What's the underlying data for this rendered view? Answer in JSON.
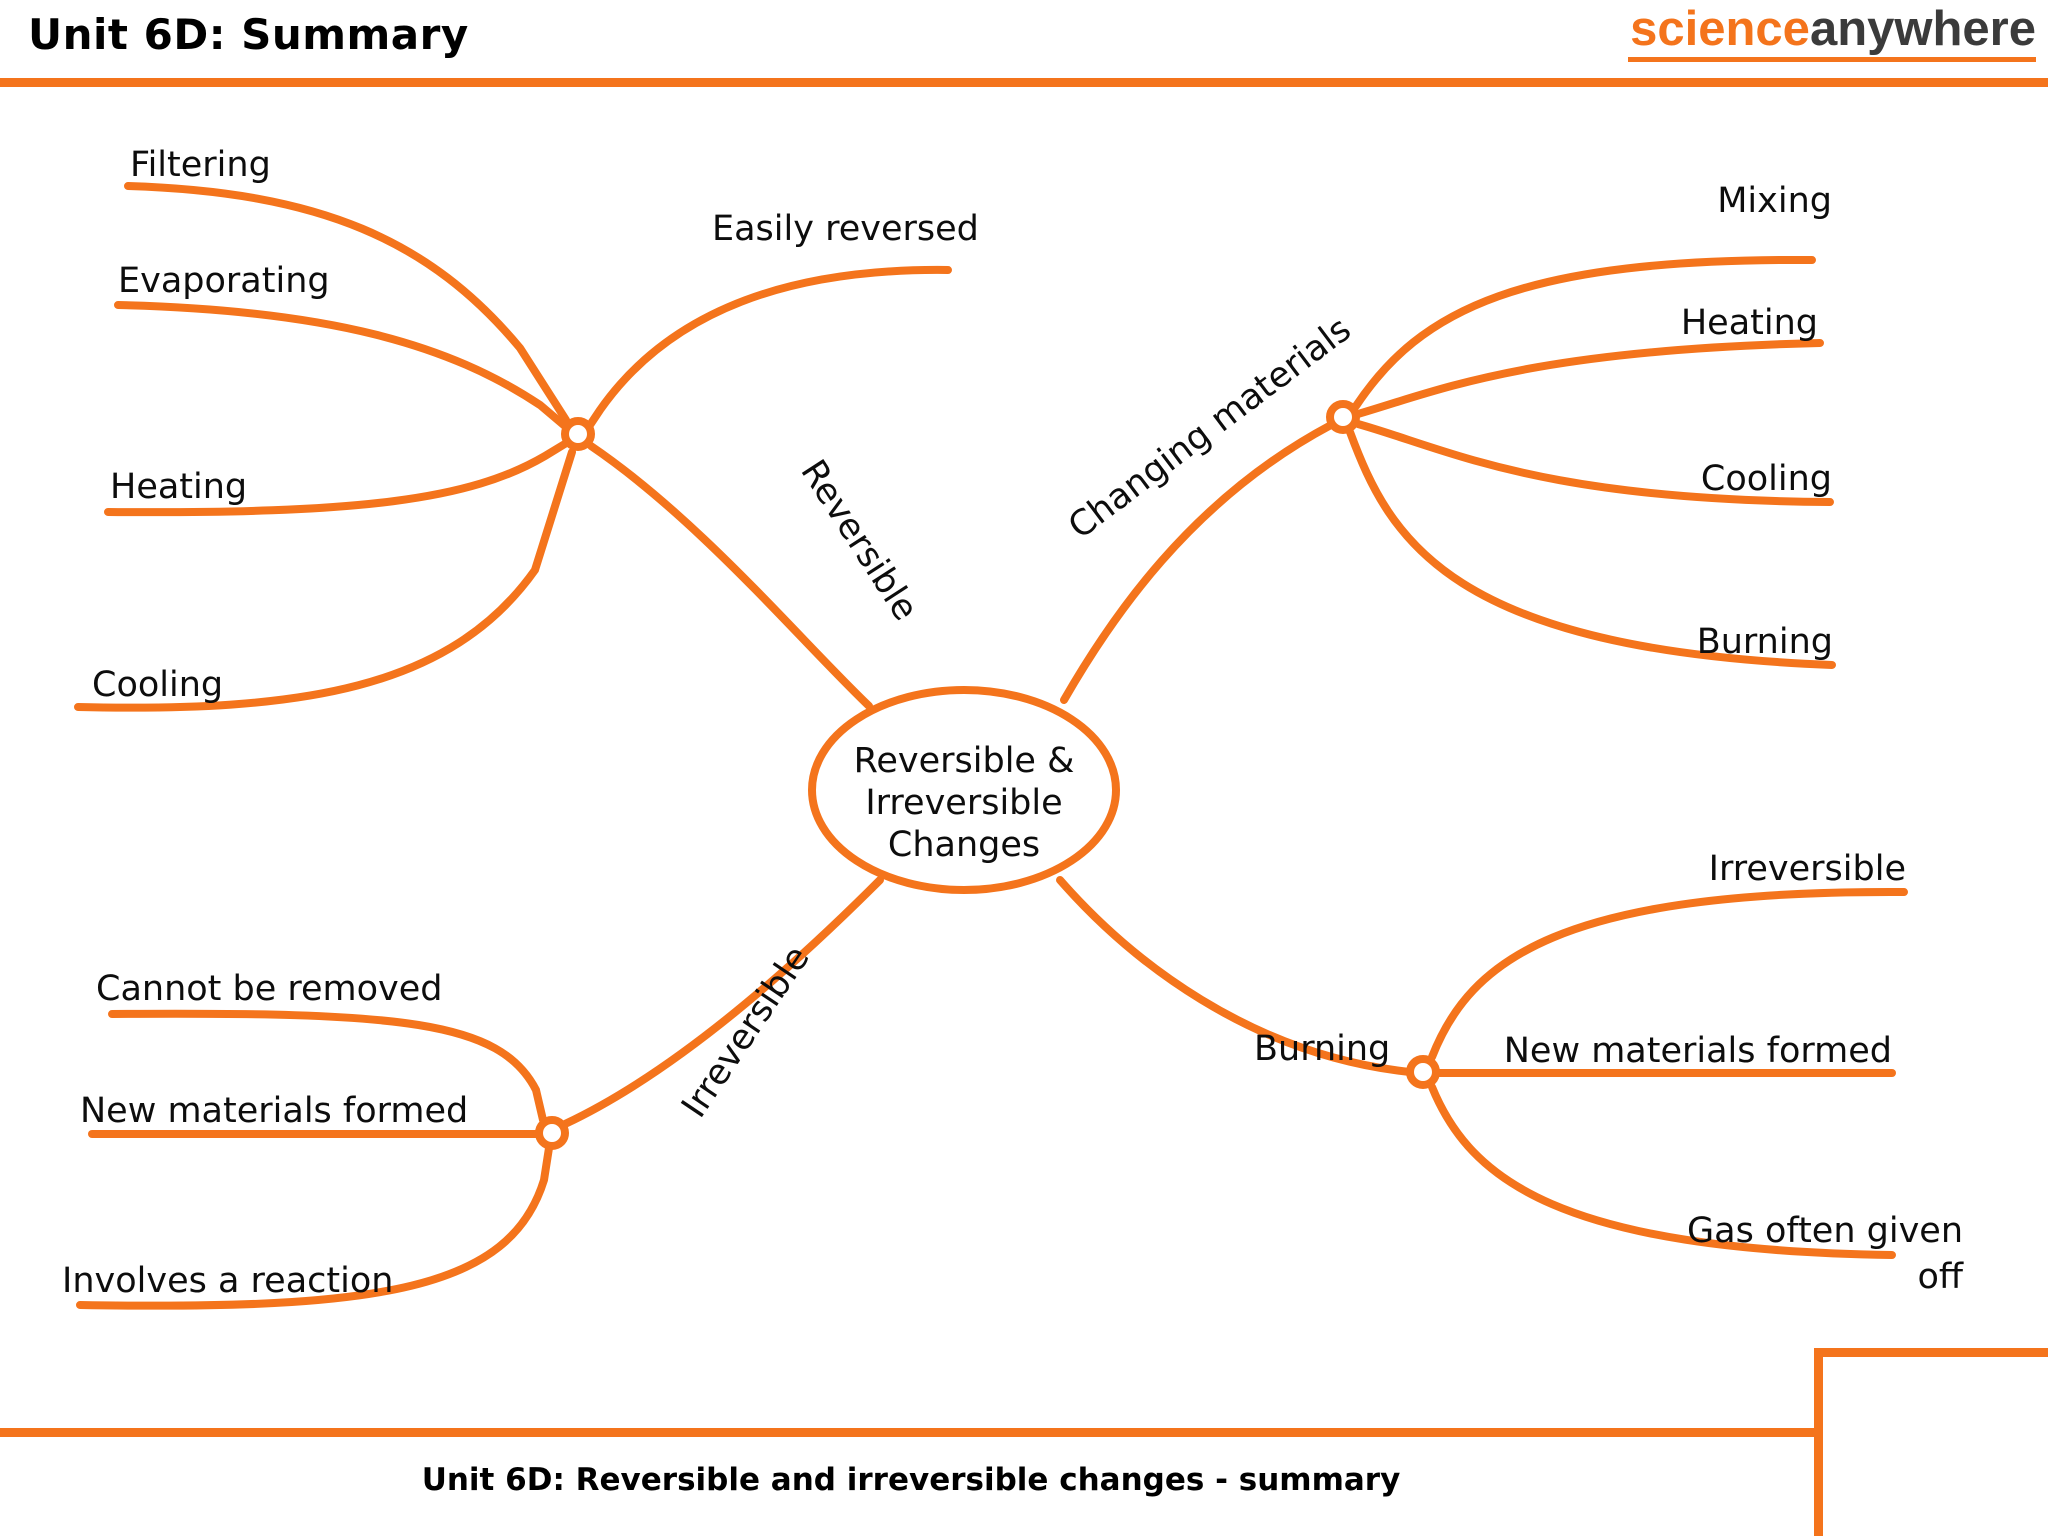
{
  "header": {
    "title": "Unit 6D: Summary",
    "logo": {
      "part1": "science",
      "part2": "anywhere"
    }
  },
  "colors": {
    "accent_orange": "#F4741C",
    "text_black": "#0d0d0d",
    "logo_dark": "#3B3B3B",
    "background": "#ffffff"
  },
  "mindmap": {
    "center": {
      "line1": "Reversible &",
      "line2": "Irreversible",
      "line3": "Changes"
    },
    "branches": [
      {
        "id": "reversible",
        "label": "Reversible",
        "position": "upper-left",
        "children": [
          {
            "label": "Filtering"
          },
          {
            "label": "Evaporating"
          },
          {
            "label": "Heating"
          },
          {
            "label": "Cooling"
          },
          {
            "label": "Easily reversed"
          }
        ]
      },
      {
        "id": "changing-materials",
        "label": "Changing materials",
        "position": "upper-right",
        "children": [
          {
            "label": "Mixing"
          },
          {
            "label": "Heating"
          },
          {
            "label": "Cooling"
          },
          {
            "label": "Burning"
          }
        ]
      },
      {
        "id": "irreversible",
        "label": "Irreversible",
        "position": "lower-left",
        "children": [
          {
            "label": "Cannot be removed"
          },
          {
            "label": "New materials formed"
          },
          {
            "label": "Involves a reaction"
          }
        ]
      },
      {
        "id": "burning",
        "label": "Burning",
        "position": "lower-right",
        "children": [
          {
            "label": "Irreversible"
          },
          {
            "label": "New materials formed"
          },
          {
            "label": "Gas often given",
            "label_line2": "off"
          }
        ]
      }
    ]
  },
  "footer": {
    "caption": "Unit 6D: Reversible and irreversible changes - summary"
  }
}
